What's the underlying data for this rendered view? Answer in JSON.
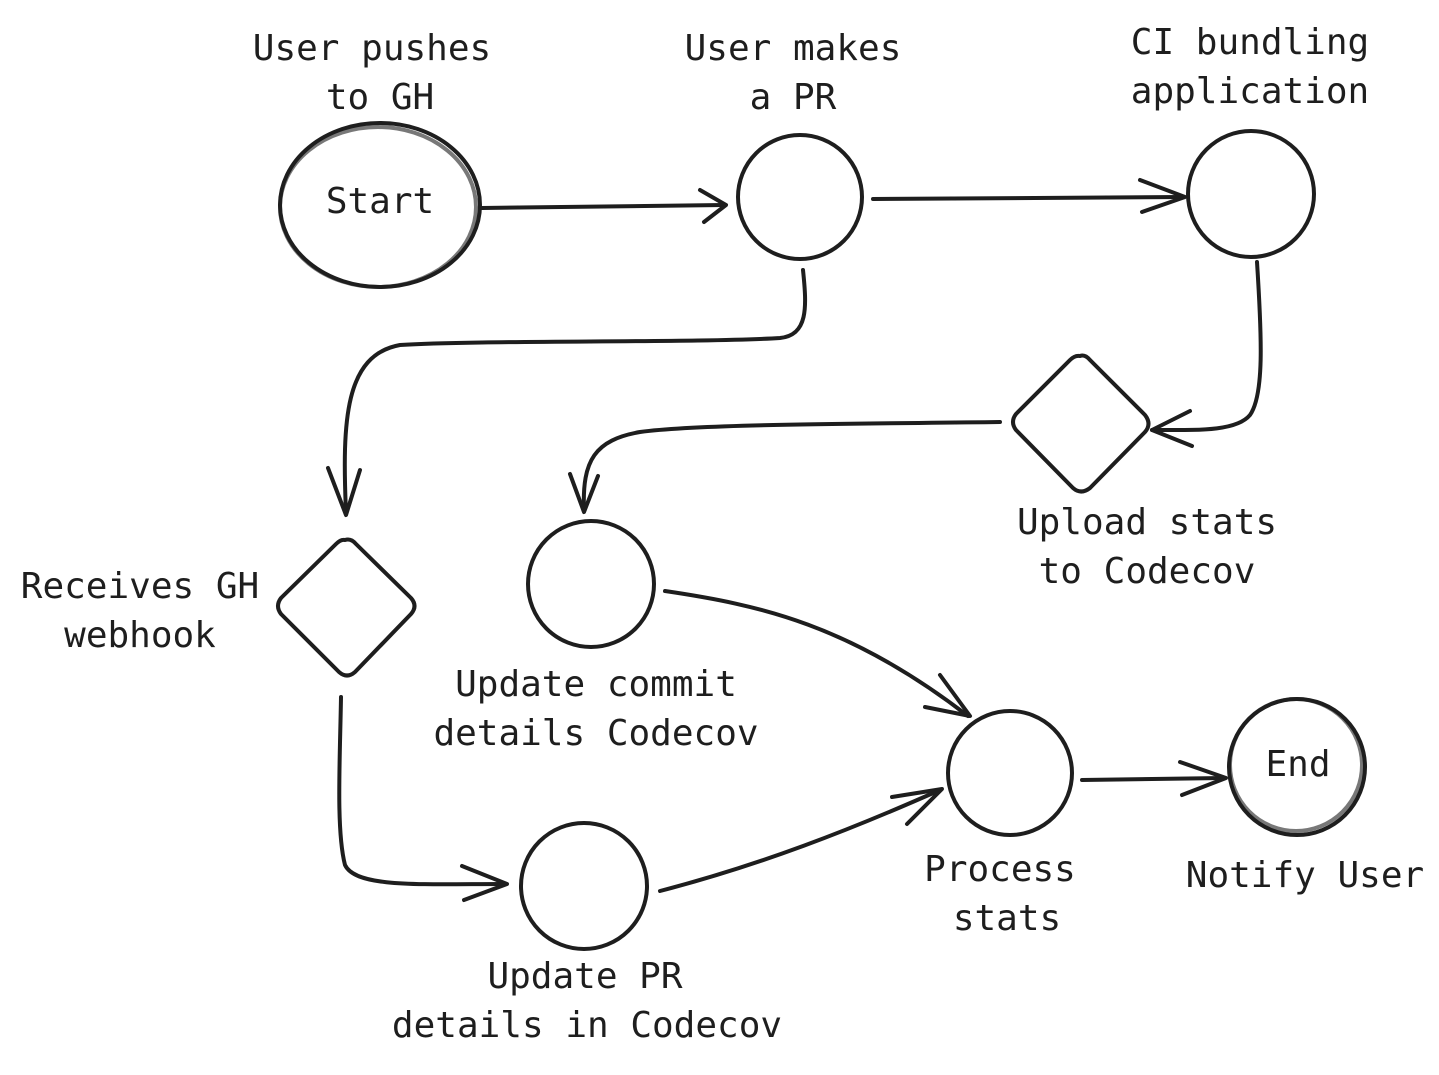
{
  "nodes": {
    "start": {
      "inner": "Start",
      "caption": [
        "User pushes",
        "to GH"
      ]
    },
    "pr": {
      "caption": [
        "User makes",
        "a PR"
      ]
    },
    "ci": {
      "caption": [
        "CI bundling",
        "application"
      ]
    },
    "upload": {
      "caption": [
        "Upload stats",
        "to Codecov"
      ]
    },
    "webhook": {
      "caption": [
        "Receives GH",
        "webhook"
      ]
    },
    "commit": {
      "caption": [
        "Update commit",
        "details Codecov"
      ]
    },
    "prupdate": {
      "caption": [
        "Update PR",
        "details in Codecov"
      ]
    },
    "process": {
      "caption": [
        "Process",
        "stats"
      ]
    },
    "end": {
      "inner": "End",
      "caption": [
        "Notify User"
      ]
    }
  },
  "colors": {
    "stroke": "#1e1e1e",
    "background": "#ffffff"
  }
}
